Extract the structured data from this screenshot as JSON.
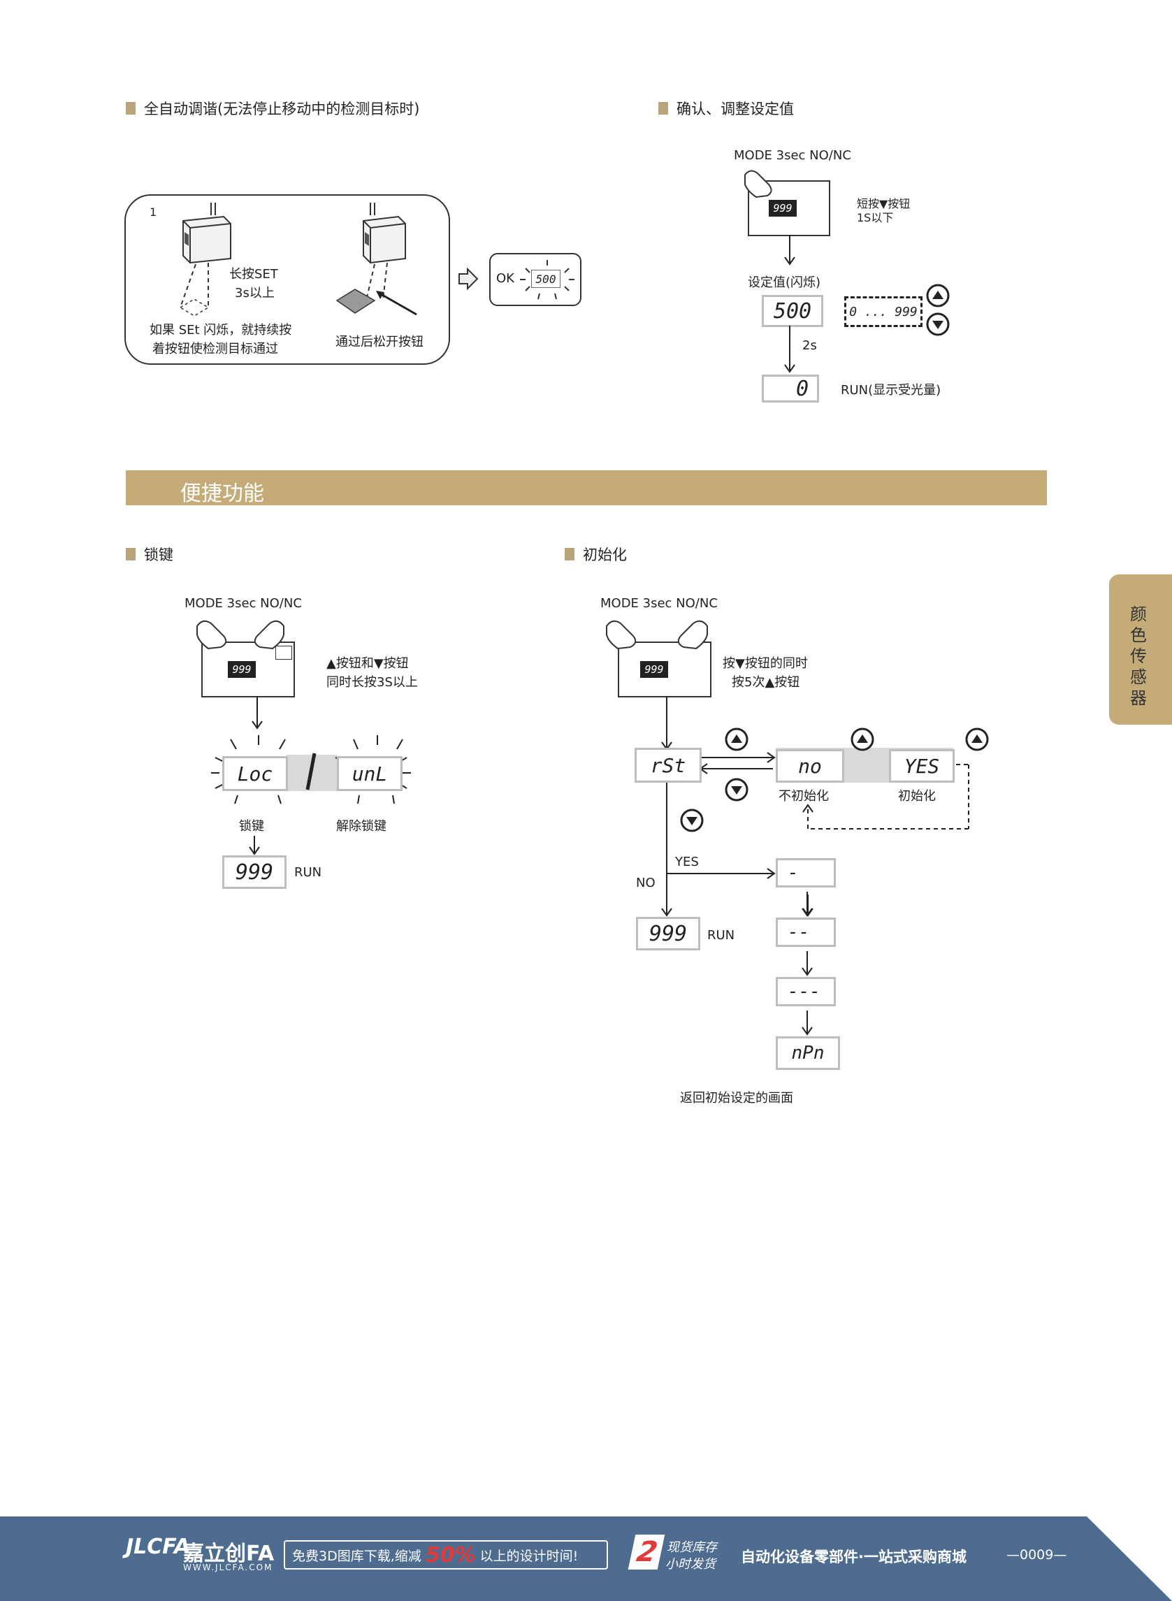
{
  "sections": {
    "auto_tuning": {
      "title": "全自动调谐(无法停止移动中的检测目标时)",
      "step_number": "1",
      "hold_set": "长按SET",
      "hold_time": "3s以上",
      "flash_text_line1": "如果 SEt 闪烁，就持续按",
      "flash_text_line2": "着按钮使检测目标通过",
      "release_text": "通过后松开按钮",
      "ok_label": "OK",
      "ok_display": "500"
    },
    "confirm_adjust": {
      "title": "确认、调整设定值",
      "mode_label": "MODE 3sec NO/NC",
      "press_down": "短按▼按钮",
      "press_time": "1S以下",
      "setting_flash": "设定值(闪烁)",
      "setting_value": "500",
      "range_value": "0 ... 999",
      "delay": "2s",
      "run_value": "0",
      "run_label": "RUN(显示受光量)",
      "device_display": "999"
    },
    "banner": {
      "title": "便捷功能"
    },
    "key_lock": {
      "title": "锁键",
      "mode_label": "MODE 3sec NO/NC",
      "instruction_line1": "▲按钮和▼按钮",
      "instruction_line2": "同时长按3S以上",
      "device_display": "999",
      "lock_display": "Loc",
      "unlock_display": "unL",
      "lock_label": "锁键",
      "unlock_label": "解除锁键",
      "run_value": "999",
      "run_label": "RUN"
    },
    "initialize": {
      "title": "初始化",
      "mode_label": "MODE 3sec NO/NC",
      "instruction_line1": "按▼按钮的同时",
      "instruction_line2": "按5次▲按钮",
      "device_display": "999",
      "rst_display": "rSt",
      "no_display": "no",
      "yes_display": "YES",
      "no_label": "不初始化",
      "yes_label": "初始化",
      "yes_branch": "YES",
      "no_branch": "NO",
      "run_value": "999",
      "run_label": "RUN",
      "progress": [
        "-",
        "--",
        "---",
        "nPn"
      ],
      "return_text": "返回初始设定的画面"
    }
  },
  "side_tab": {
    "label": "颜色传感器"
  },
  "footer": {
    "brand": "嘉立创FA",
    "logo_text": "JLCFA",
    "url": "WWW.JLCFA.COM",
    "promo_prefix": "免费3D图库下载,缩减",
    "promo_percent": "50%",
    "promo_suffix": "以上的设计时间!",
    "stock_number": "2",
    "stock_line1": "现货库存",
    "stock_line2": "小时发货",
    "slogan": "自动化设备零部件·一站式采购商城",
    "page_number": "—0009—"
  },
  "colors": {
    "accent": "#c4ab77",
    "footer_bg": "#4e6b90",
    "highlight": "#d9d9d9"
  }
}
